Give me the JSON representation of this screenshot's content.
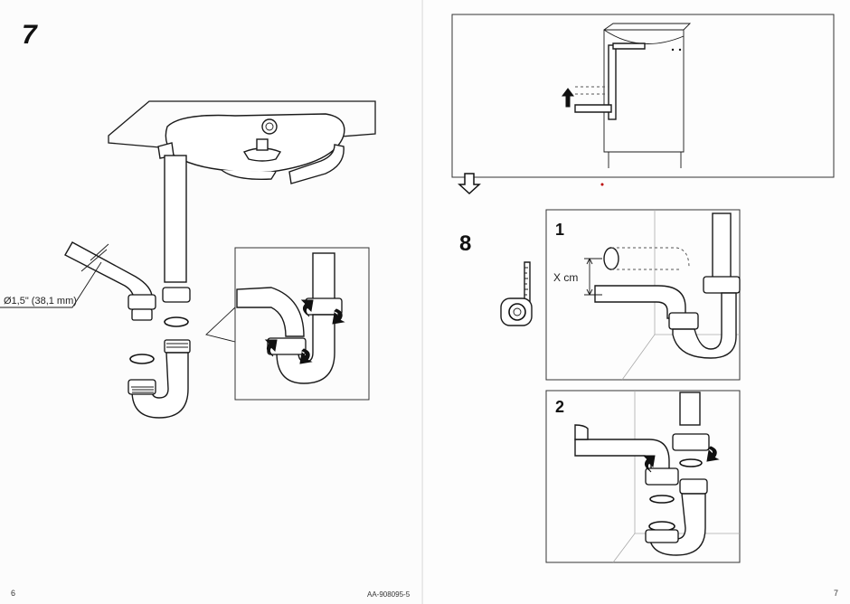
{
  "left_page": {
    "step_number": "7",
    "diameter_label": "Ø1,5\" (38,1 mm)",
    "page_number": "6",
    "article_code": "AA-908095-5"
  },
  "right_page": {
    "step_number": "8",
    "panel_1_number": "1",
    "panel_2_number": "2",
    "distance_label": "X cm",
    "page_number": "7"
  },
  "icons": [
    "arrow-up-icon",
    "arrow-down-outline-icon",
    "rotate-arrow-icon",
    "tape-measure-icon"
  ]
}
